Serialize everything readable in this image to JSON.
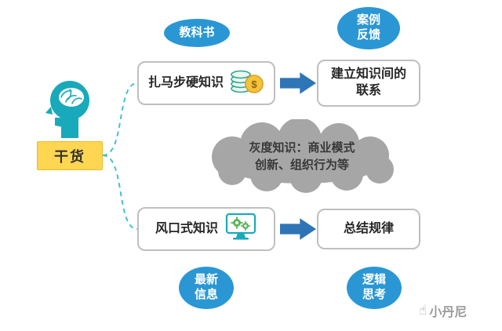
{
  "source": {
    "label": "干货"
  },
  "ovals": {
    "textbook": {
      "label": "教科书"
    },
    "case_feedback": {
      "line1": "案例",
      "line2": "反馈"
    },
    "latest_info": {
      "line1": "最新",
      "line2": "信息"
    },
    "logic_thinking": {
      "line1": "逻辑",
      "line2": "思考"
    }
  },
  "boxes": {
    "hard_knowledge": {
      "label": "扎马步硬知识"
    },
    "build_links": {
      "line1": "建立知识间的",
      "line2": "联系"
    },
    "trend_knowledge": {
      "label": "风口式知识"
    },
    "summarize": {
      "label": "总结规律"
    }
  },
  "cloud": {
    "line1": "灰度知识：商业模式",
    "line2": "创新、组织行为等"
  },
  "watermark": {
    "label": "小丹尼",
    "icon": "☝"
  },
  "colors": {
    "oval_blue": "#2A97D4",
    "arrow_blue": "#2E75B6",
    "source_yellow": "#FFD651",
    "cloud_gray": "#A6A6A6",
    "teal": "#18AABB",
    "dashed_line": "#45C0D2"
  }
}
